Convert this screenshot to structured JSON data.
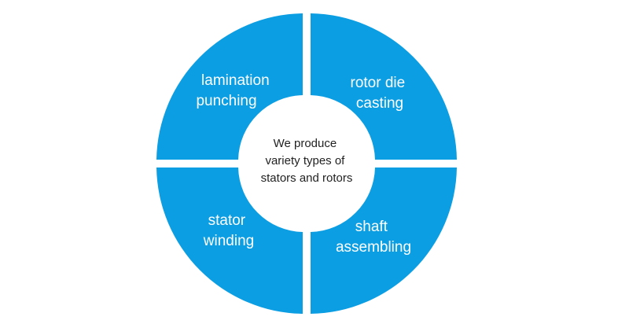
{
  "colors": {
    "segment_fill": "#0c9ee3",
    "center_fill": "#ffffff",
    "segment_text": "#ffffff",
    "center_text": "#222222"
  },
  "segments": [
    {
      "id": "top-left",
      "line1": "lamination",
      "line2": "punching"
    },
    {
      "id": "top-right",
      "line1": "rotor die",
      "line2": "casting"
    },
    {
      "id": "bottom-left",
      "line1": "stator",
      "line2": "winding"
    },
    {
      "id": "bottom-right",
      "line1": "shaft",
      "line2": "assembling"
    }
  ],
  "center": {
    "line1": "We produce",
    "line2": "variety types of",
    "line3": "stators and rotors"
  }
}
